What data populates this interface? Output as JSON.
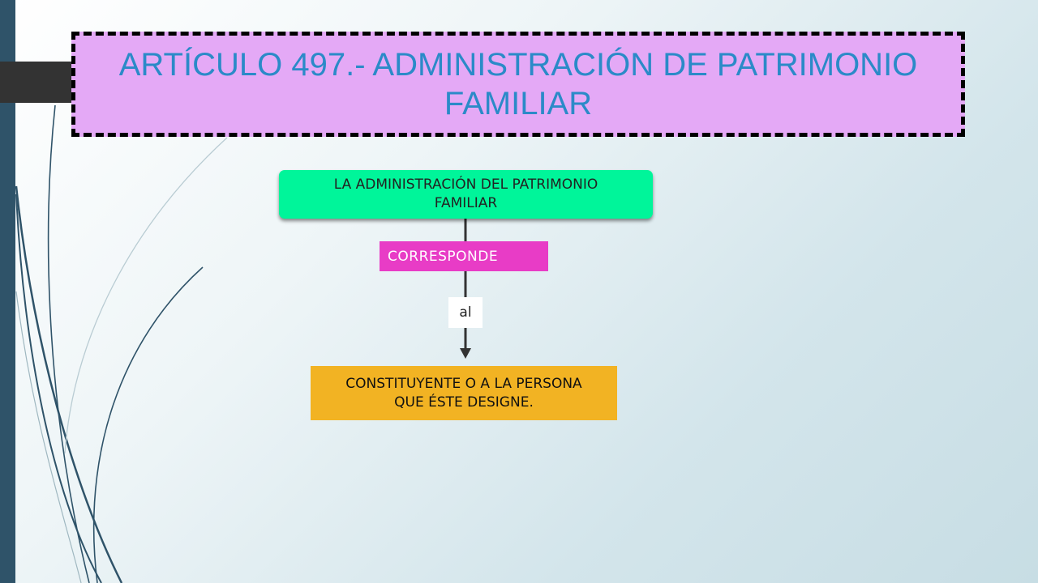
{
  "title": "ARTÍCULO 497.- ADMINISTRACIÓN DE PATRIMONIO FAMILIAR",
  "nodes": {
    "top": "LA ADMINISTRACIÓN DEL PATRIMONIO FAMILIAR",
    "bottom": "CONSTITUYENTE O A LA PERSONA QUE ÉSTE DESIGNE."
  },
  "edge_labels": {
    "first": "CORRESPONDE",
    "second": "al"
  },
  "colors": {
    "title_background": "#e4a9f6",
    "title_text": "#2b8ac8",
    "top_node": "#00f59a",
    "bottom_node": "#f2b323",
    "corresponde_label": "#e83cc6",
    "side_bar": "#2f5369"
  }
}
